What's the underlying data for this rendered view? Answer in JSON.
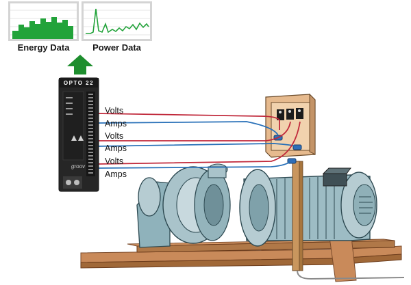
{
  "panels": {
    "energy": {
      "label": "Energy Data"
    },
    "power": {
      "label": "Power Data"
    }
  },
  "controller": {
    "brand": "OPTO 22",
    "model": "groov"
  },
  "wires": [
    {
      "label": "Volts"
    },
    {
      "label": "Amps"
    },
    {
      "label": "Volts"
    },
    {
      "label": "Amps"
    },
    {
      "label": "Volts"
    },
    {
      "label": "Amps"
    }
  ],
  "colors": {
    "chart": "#22a33a",
    "arrow": "#1e8e2e",
    "volts": "#c0283a",
    "amps": "#2870b8"
  }
}
